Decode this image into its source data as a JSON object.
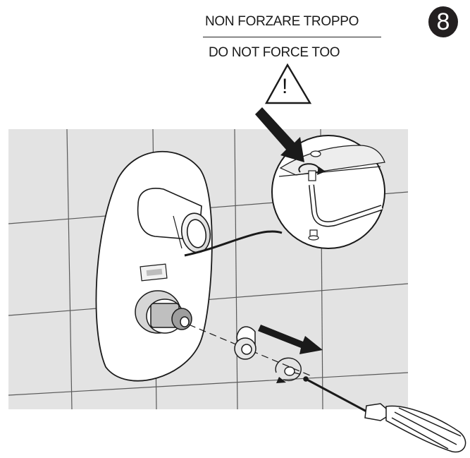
{
  "warning": {
    "italian": "NON FORZARE TROPPO",
    "english": "DO NOT FORCE TOO",
    "symbol": "!"
  },
  "step": {
    "number": "8"
  },
  "colors": {
    "tile": "#e3e3e3",
    "grout": "#5a5a5a",
    "plate": "#ffffff",
    "ink": "#1a1a1a",
    "badge": "#231f20"
  }
}
